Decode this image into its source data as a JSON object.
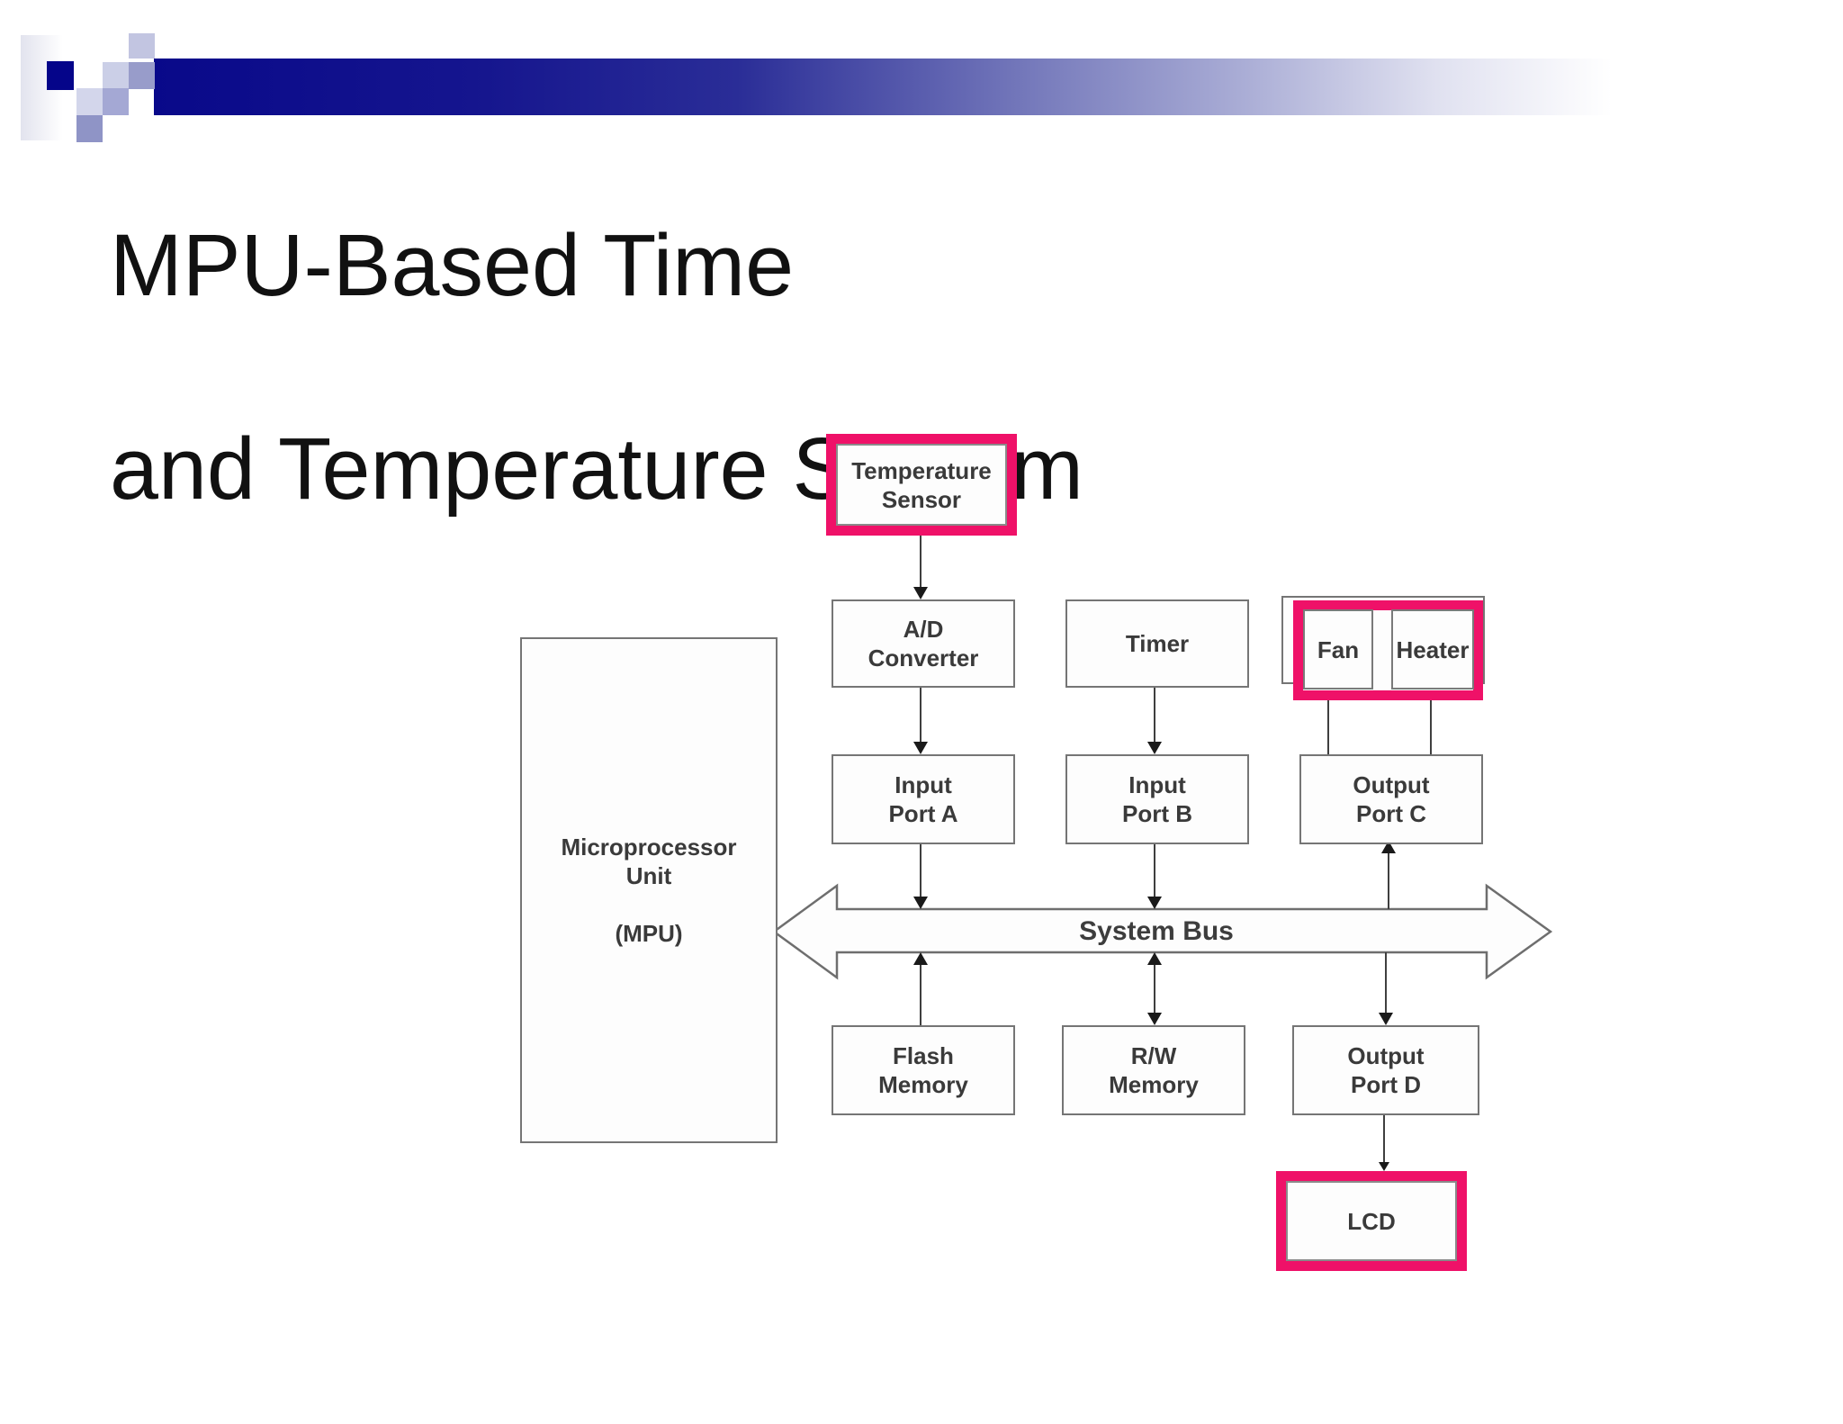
{
  "title": {
    "line1": "MPU-Based Time",
    "line2": "and Temperature System"
  },
  "diagram": {
    "bus_label": "System Bus",
    "nodes": {
      "temperature_sensor": "Temperature\nSensor",
      "ad_converter": "A/D\nConverter",
      "timer": "Timer",
      "fan": "Fan",
      "heater": "Heater",
      "input_port_a": "Input\nPort A",
      "input_port_b": "Input\nPort B",
      "output_port_c": "Output\nPort C",
      "mpu": "Microprocessor\nUnit\n\n(MPU)",
      "flash_memory": "Flash\nMemory",
      "rw_memory": "R/W\nMemory",
      "output_port_d": "Output\nPort D",
      "lcd": "LCD"
    },
    "colors": {
      "highlight_pink": "#ef1168",
      "header_navy": "#09098a",
      "box_border_gray": "#757575",
      "label_text": "#3a3a3a"
    }
  }
}
